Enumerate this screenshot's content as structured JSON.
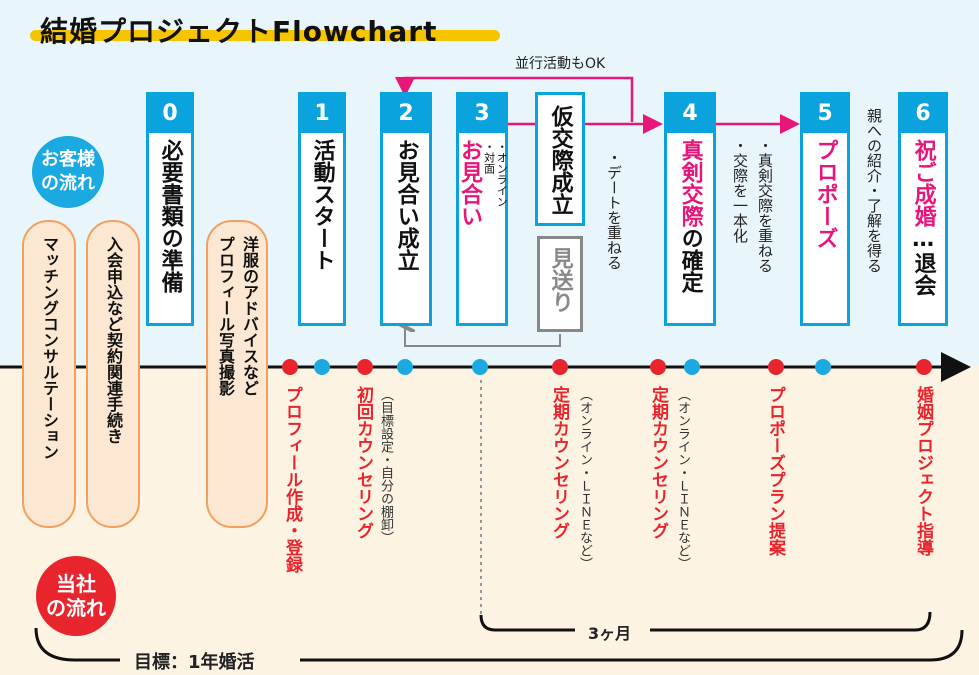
{
  "title": "結婚プロジェクトFlowchart",
  "customer_flow_label": "お客様\nの流れ",
  "company_flow_label": "当社\nの流れ",
  "parallel_label": "並行活動もOK",
  "steps": [
    {
      "num": "0",
      "text": "必要書類の準備"
    },
    {
      "num": "1",
      "text": "活動スタート"
    },
    {
      "num": "2",
      "text": "お見合い成立"
    },
    {
      "num": "3",
      "text": "お見合い",
      "sub": "・オンライン\n・対面"
    },
    {
      "num": "",
      "text": "仮交際成立"
    },
    {
      "num": "4",
      "text_pink": "真剣交際",
      "text_rest": "の確定"
    },
    {
      "num": "5",
      "text": "プロポーズ"
    },
    {
      "num": "6",
      "text_pink": "祝ご成婚",
      "text_rest": "…退会"
    }
  ],
  "miokuri": "見送り",
  "annotations": {
    "date": "・デートを重ねる",
    "shinken1": "・真剣交際を重ねる",
    "shinken2": "・交際を一本化",
    "parents": "親への紹介・了解を得る"
  },
  "pills": [
    "マッチングコンサルテーション",
    "入会申込など契約関連手続き",
    "洋服のアドバイスなど\nプロフィール写真撮影"
  ],
  "company_steps": [
    {
      "label": "プロフィール作成・登録"
    },
    {
      "label": "初回カウンセリング",
      "sub": "（目標設定・自分の棚卸）"
    },
    {
      "label": "定期カウンセリング",
      "sub": "（オンライン・ＬＩＮＥなど）"
    },
    {
      "label": "定期カウンセリング",
      "sub": "（オンライン・ＬＩＮＥなど）"
    },
    {
      "label": "プロポーズプラン提案"
    },
    {
      "label": "婚姻プロジェクト指導"
    }
  ],
  "three_months": "3ヶ月",
  "goal": "目標：1年婚活",
  "colors": {
    "blue": "#0aa3dd",
    "pink": "#e8157a",
    "red": "#e8242d",
    "yellow": "#f7c400"
  }
}
